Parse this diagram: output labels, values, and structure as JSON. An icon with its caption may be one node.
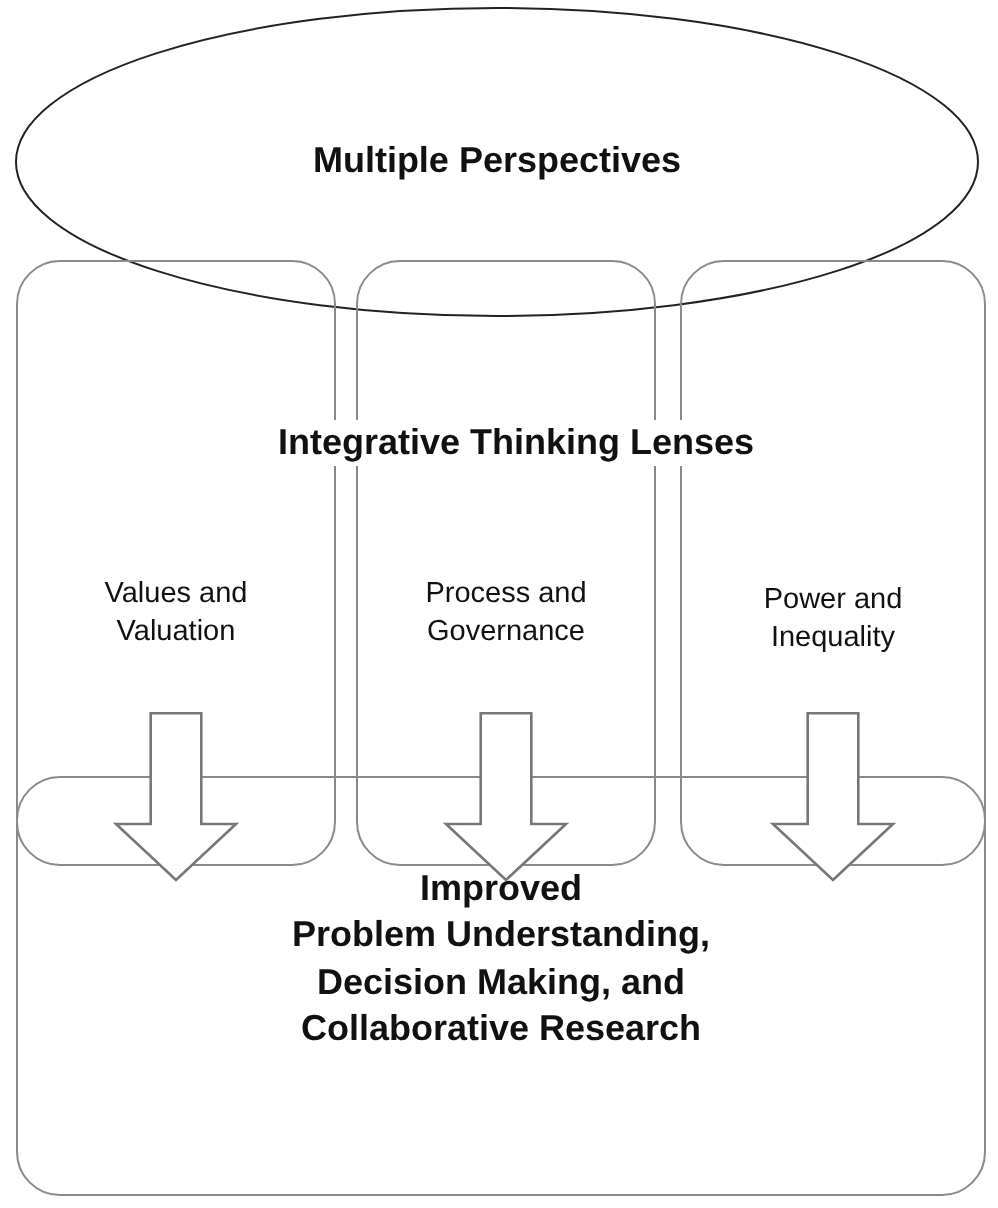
{
  "diagram": {
    "nodes": [
      {
        "text": [
          "Multiple Perspectives"
        ]
      },
      {
        "text": [
          "Values and Valuation"
        ]
      },
      {
        "text": [
          "Process and Governance"
        ]
      },
      {
        "text": [
          "Power and Inequality"
        ]
      },
      {
        "text": [
          "Improved",
          "Problem Understanding, Decision Making, and Collaborative Research"
        ]
      }
    ],
    "edges": [
      {
        "from": 1,
        "to": 4,
        "arrow": "to"
      },
      {
        "from": 2,
        "to": 4,
        "arrow": "to"
      },
      {
        "from": 3,
        "to": 4,
        "arrow": "to"
      }
    ],
    "labels": [
      "Integrative Thinking Lenses"
    ]
  }
}
